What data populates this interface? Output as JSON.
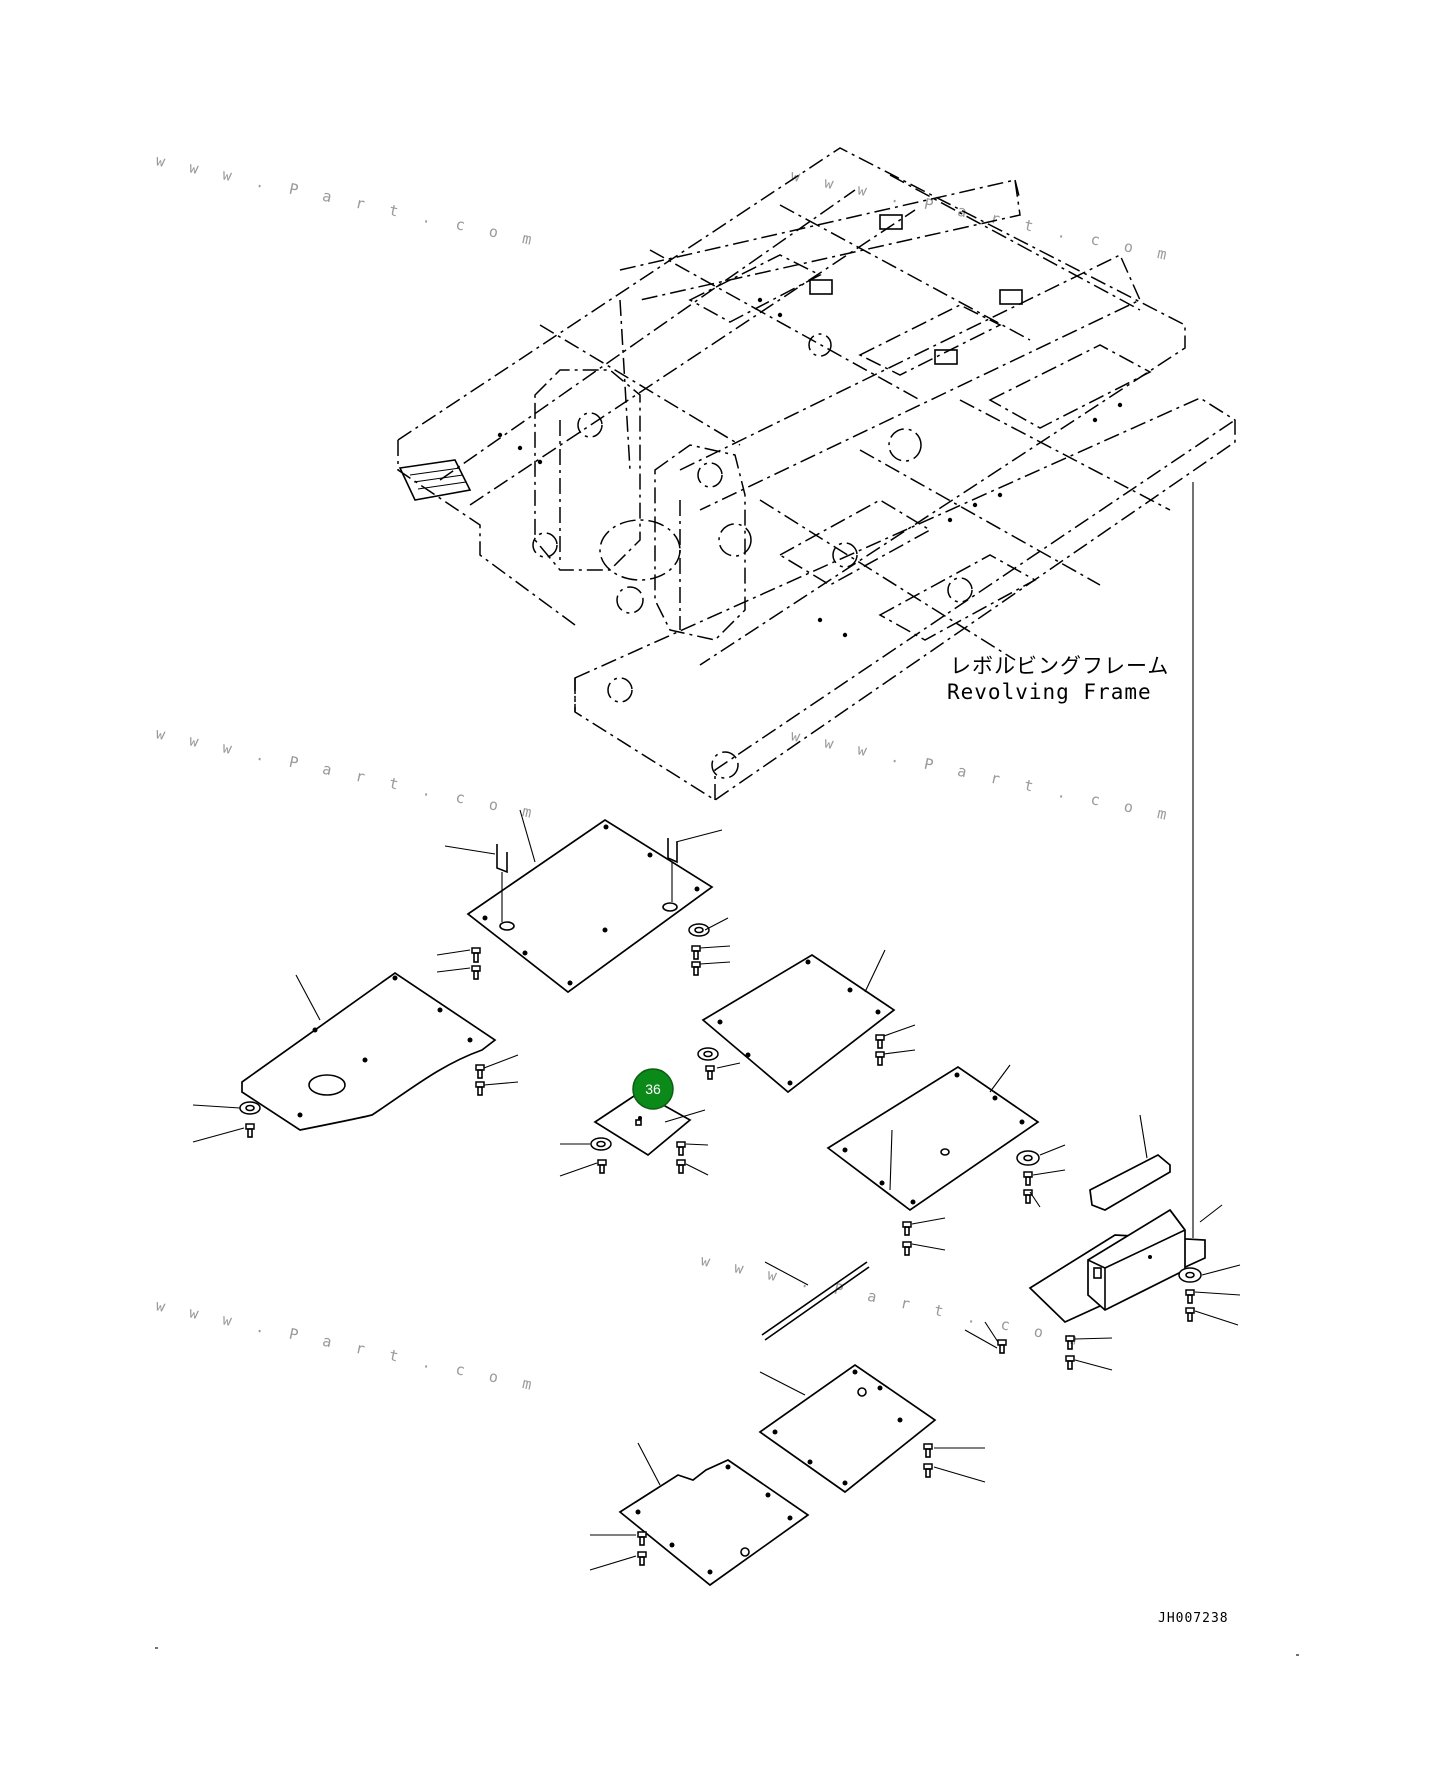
{
  "frame_label": {
    "jp": "レボルビングフレーム",
    "en": "Revolving Frame"
  },
  "drawing_code": "JH007238",
  "callout": {
    "number": "36",
    "color": "#0b8a1a"
  },
  "watermark": "w w w . P a r t . c o m",
  "colors": {
    "line": "#000000",
    "background": "#ffffff",
    "callout": "#0b8a1a"
  }
}
